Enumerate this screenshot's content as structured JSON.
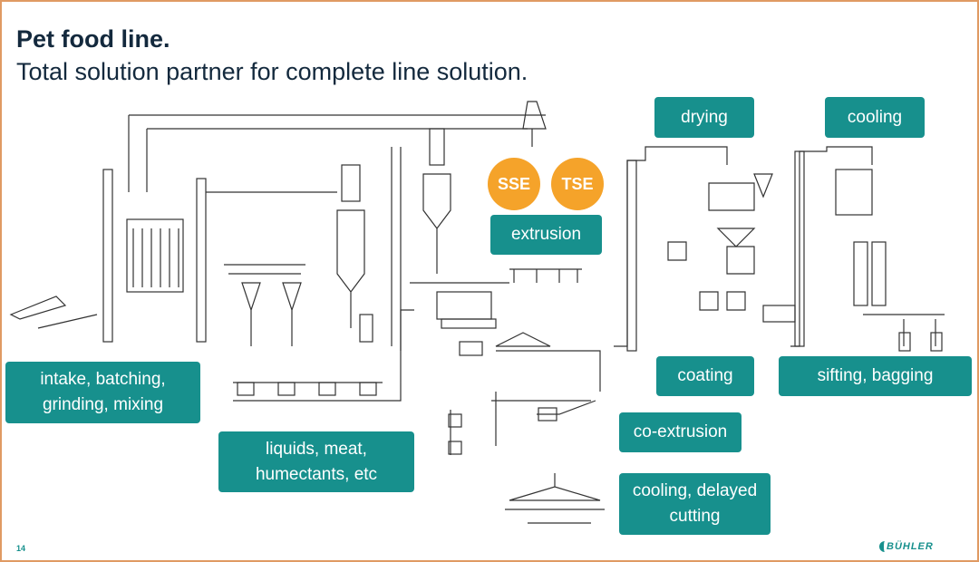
{
  "header": {
    "title": "Pet food line.",
    "subtitle": "Total solution partner for complete line solution."
  },
  "extruder_types": [
    "SSE",
    "TSE"
  ],
  "stages": {
    "intake": "intake, batching, grinding, mixing",
    "liquids": "liquids, meat, humectants, etc",
    "extrusion": "extrusion",
    "drying": "drying",
    "cooling": "cooling",
    "coating": "coating",
    "sifting": "sifting, bagging",
    "coextrusion": "co-extrusion",
    "cooling_cutting": "cooling, delayed cutting"
  },
  "footer": {
    "page_number": "14",
    "logo": "BÜHLER"
  },
  "colors": {
    "teal": "#17908d",
    "orange": "#f5a32a",
    "border": "#e09a63"
  }
}
